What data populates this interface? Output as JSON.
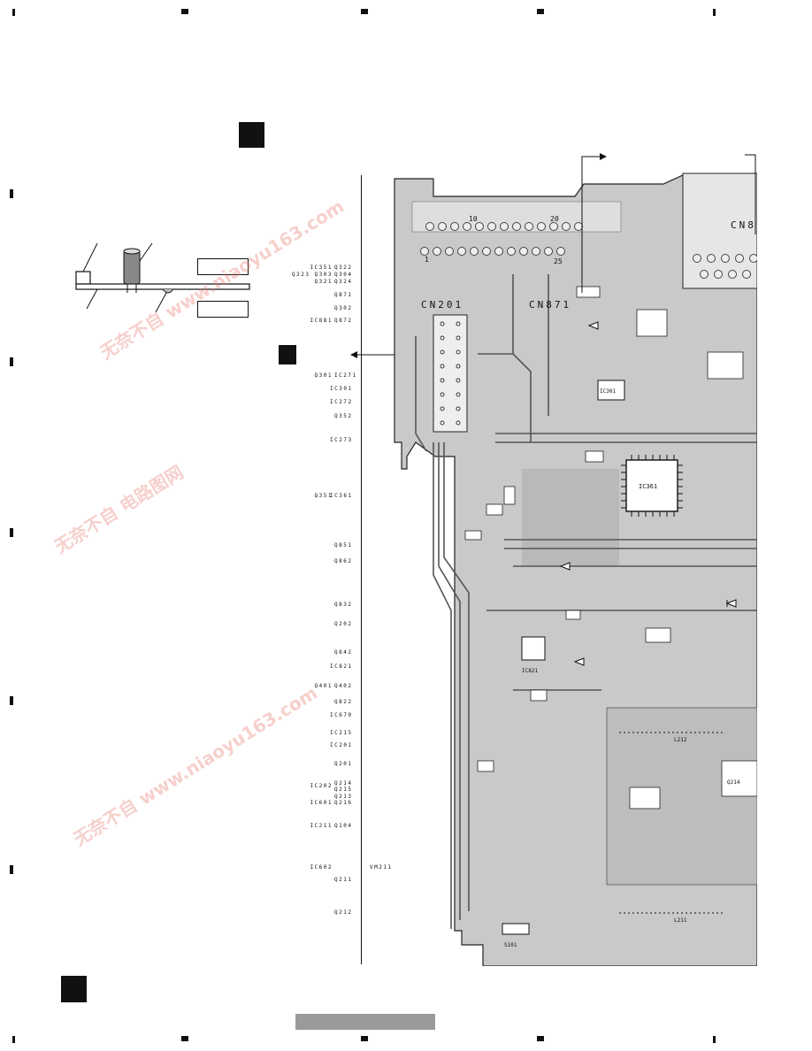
{
  "page": {
    "title": "PCB component side layout"
  },
  "connectors": {
    "cn201": "CN201",
    "cn871": "CN871",
    "cn8x": "CN8",
    "pin_10": "10",
    "pin_20": "20",
    "pin_1": "1",
    "pin_25": "25"
  },
  "ref_index": [
    {
      "a": "IC351",
      "b": "Q322"
    },
    {
      "a": "Q323  Q303",
      "b": "Q304"
    },
    {
      "a": "Q321",
      "b": "Q324"
    },
    {
      "a": "",
      "b": "Q871"
    },
    {
      "a": "",
      "b": "Q302"
    },
    {
      "a": "IC881",
      "b": "Q872"
    },
    {
      "a": "Q301",
      "b": "IC271"
    },
    {
      "a": "",
      "b": "IC301"
    },
    {
      "a": "",
      "b": "IC272"
    },
    {
      "a": "",
      "b": "Q352"
    },
    {
      "a": "",
      "b": "IC273"
    },
    {
      "a": "Q351",
      "b": "IC361"
    },
    {
      "a": "",
      "b": "Q851"
    },
    {
      "a": "",
      "b": "Q862"
    },
    {
      "a": "",
      "b": "Q832"
    },
    {
      "a": "",
      "b": "Q202"
    },
    {
      "a": "",
      "b": "Q842"
    },
    {
      "a": "",
      "b": "IC821"
    },
    {
      "a": "Q401",
      "b": "Q402"
    },
    {
      "a": "",
      "b": "Q822"
    },
    {
      "a": "",
      "b": "IC670"
    },
    {
      "a": "",
      "b": "IC215"
    },
    {
      "a": "",
      "b": "IC201"
    },
    {
      "a": "",
      "b": "Q201"
    },
    {
      "a": "IC202",
      "b": "Q214"
    },
    {
      "a": "",
      "b": "Q215"
    },
    {
      "a": "",
      "b": "Q213"
    },
    {
      "a": "IC601",
      "b": "Q216"
    },
    {
      "a": "IC211",
      "b": "Q104"
    },
    {
      "a": "IC602",
      "b": "VM211"
    },
    {
      "a": "",
      "b": "Q211"
    },
    {
      "a": "",
      "b": "Q212"
    }
  ],
  "pcb_labels": {
    "ic361": "IC361",
    "ic301": "IC301",
    "ic821": "IC821",
    "s101": "S101",
    "l212": "L212",
    "l211": "L211",
    "q214": "Q214"
  }
}
